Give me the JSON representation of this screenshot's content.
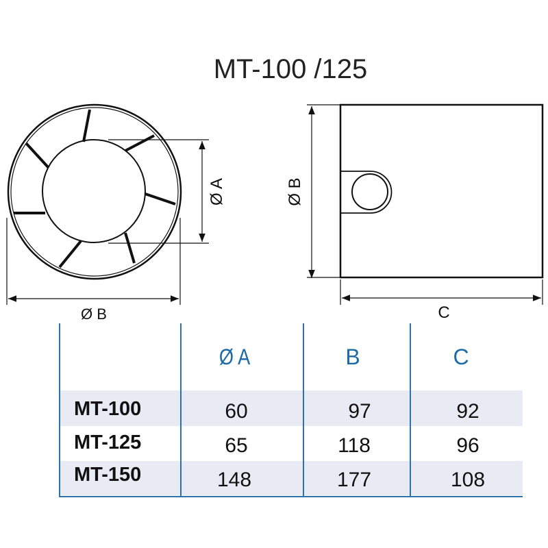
{
  "title": "MT-100 /125",
  "labels": {
    "dia_a": "Ø A",
    "dia_b_front": "Ø B",
    "dia_b_side": "Ø B",
    "c": "C"
  },
  "colors": {
    "line": "#111111",
    "table_blue": "#2f71ad",
    "header_text": "#1c6aa6",
    "row_shade": "#e8ebf4"
  },
  "table": {
    "headers": [
      "",
      "Ø A",
      "B",
      "C"
    ],
    "rows": [
      {
        "model": "MT-100",
        "a": "60",
        "b": "97",
        "c": "92"
      },
      {
        "model": "MT-125",
        "a": "65",
        "b": "118",
        "c": "96"
      },
      {
        "model": "MT-150",
        "a": "148",
        "b": "177",
        "c": "108"
      }
    ]
  }
}
